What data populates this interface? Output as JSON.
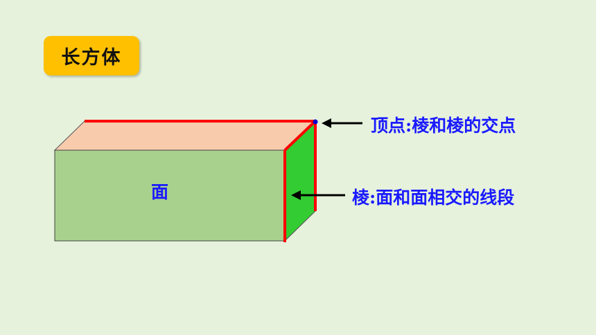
{
  "title": "长方体",
  "face_label": "面",
  "vertex_label": "顶点:棱和棱的交点",
  "edge_label": "棱:面和面相交的线段",
  "colors": {
    "front_face": "#a9d18e",
    "top_face": "#f8cbad",
    "side_face": "#33cc33",
    "edge_highlight": "#ff0000",
    "vertex_dot": "#0000cc",
    "label_text": "#1a1aff",
    "title_badge": "#ffc000"
  }
}
